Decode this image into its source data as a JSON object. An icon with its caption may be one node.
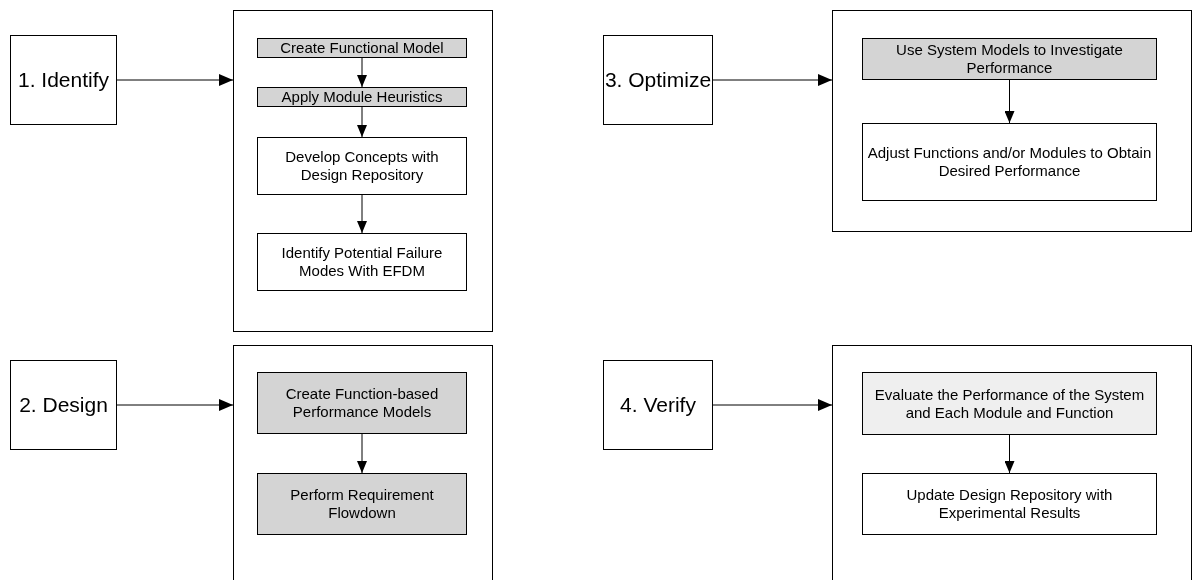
{
  "diagram": {
    "nodes": [
      {
        "text": [
          "1. Identify"
        ]
      },
      {
        "text": [],
        "shape": "box"
      },
      {
        "text": [
          "Create Functional Model"
        ],
        "in": 1
      },
      {
        "text": [
          "Apply Module Heuristics"
        ],
        "in": 1
      },
      {
        "text": [
          "Develop Concepts with Design Repository"
        ],
        "in": 1
      },
      {
        "text": [
          "Identify Potential Failure Modes With EFDM"
        ],
        "in": 1
      },
      {
        "text": [
          "3. Optimize"
        ]
      },
      {
        "text": [],
        "shape": "box"
      },
      {
        "text": [
          "Use System Models to Investigate Performance"
        ],
        "in": 7
      },
      {
        "text": [
          "Adjust Functions and/or Modules to Obtain Desired Performance"
        ],
        "in": 7
      },
      {
        "text": [
          "2. Design"
        ]
      },
      {
        "text": [],
        "shape": "box"
      },
      {
        "text": [
          "Create Function-based Performance Models"
        ],
        "in": 11
      },
      {
        "text": [
          "Perform Requirement Flowdown"
        ],
        "in": 11
      },
      {
        "text": [
          "4. Verify"
        ]
      },
      {
        "text": [],
        "shape": "box"
      },
      {
        "text": [
          "Evaluate the Performance of the System and Each Module and Function"
        ],
        "in": 15
      },
      {
        "text": [
          "Update Design Repository with Experimental Results"
        ],
        "in": 15
      }
    ],
    "edges": [
      {
        "from": 0,
        "to": 1,
        "arrow": "to"
      },
      {
        "from": 2,
        "to": 3,
        "arrow": "to"
      },
      {
        "from": 3,
        "to": 4,
        "arrow": "to"
      },
      {
        "from": 4,
        "to": 5,
        "arrow": "to"
      },
      {
        "from": 6,
        "to": 7,
        "arrow": "to"
      },
      {
        "from": 8,
        "to": 9,
        "arrow": "to"
      },
      {
        "from": 10,
        "to": 11,
        "arrow": "to"
      },
      {
        "from": 12,
        "to": 13,
        "arrow": "to"
      },
      {
        "from": 14,
        "to": 15,
        "arrow": "to"
      },
      {
        "from": 16,
        "to": 17,
        "arrow": "to"
      }
    ]
  }
}
